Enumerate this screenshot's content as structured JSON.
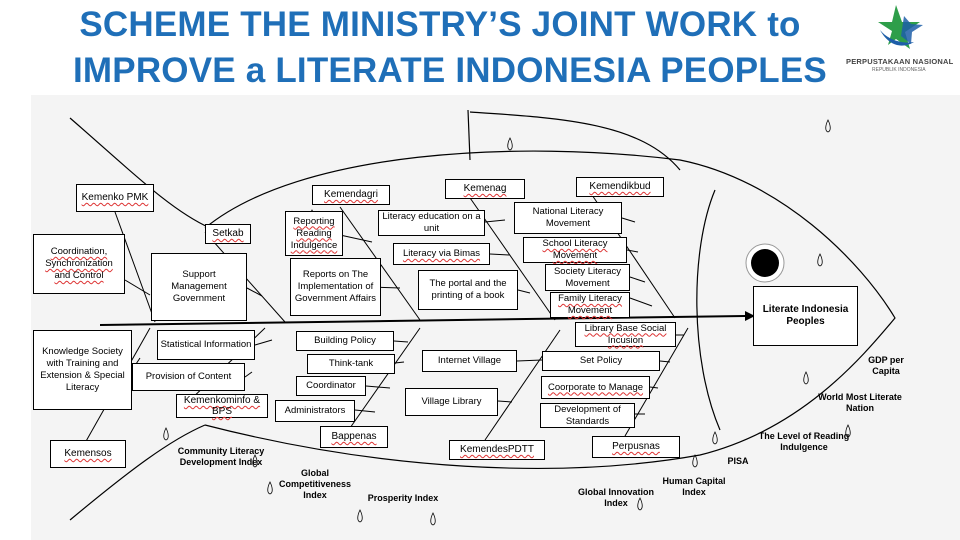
{
  "title": {
    "line1": "SCHEME THE MINISTRY’S JOINT WORK to",
    "line2": "IMPROVE a LITERATE INDONESIA PEOPLES"
  },
  "logo": {
    "name": "PERPUSTAKAAN NASIONAL",
    "sub": "REPUBLIK INDONESIA",
    "colors": {
      "green": "#2e9e4a",
      "blue": "#1d5ea8"
    }
  },
  "colors": {
    "title": "#1f6fb8",
    "line": "#000000"
  },
  "institutions": {
    "kemenko_pmk": "Kemenko PMK",
    "setkab": "Setkab",
    "kemendagri": "Kemendagri",
    "kemenag": "Kemenag",
    "kemendikbud": "Kemendikbud",
    "kemensos": "Kemensos",
    "kemenkominfo": "Kemenkominfo & BPS",
    "bappenas": "Bappenas",
    "kemendesptt": "KemendesPDTT",
    "perpusnas": "Perpusnas"
  },
  "activities": {
    "coordination": "Coordination, Synchronization and Control",
    "knowledge_society": "Knowledge Society with Training and Extension & Special Literacy",
    "support_management": "Support Management Government",
    "statistical_information": "Statistical Information",
    "provision_of_content": "Provision of Content",
    "reporting_reading": "Reporting Reading Indulgence",
    "reports_implementation": "Reports on The Implementation of Government Affairs",
    "building_policy": "Building Policy",
    "think_tank": "Think-tank",
    "coordinator": "Coordinator",
    "administrators": "Administrators",
    "literacy_education": "Literacy education on a unit",
    "literacy_bimas": "Literacy via Bimas",
    "portal_printing": "The portal and the printing of a book",
    "internet_village": "Internet Village",
    "village_library": "Village Library",
    "national_literacy": "National Literacy Movement",
    "school_literacy": "School Literacy Movement",
    "society_literacy": "Society Literacy Movement",
    "family_literacy": "Family Literacy Movement",
    "library_base": "Library Base Social Incusion",
    "set_policy": "Set Policy",
    "corporate_manage": "Coorporate to Manage",
    "development_standards": "Development of Standards"
  },
  "result": "Literate Indonesia Peoples",
  "indicators": {
    "gdp": "GDP per Capita",
    "world_literate": "World Most Literate Nation",
    "reading_indulgence": "The Level of Reading Indulgence",
    "pisa": "PISA",
    "human_capital": "Human Capital Index",
    "global_innovation": "Global Innovation Index",
    "prosperity": "Prosperity Index",
    "global_competitiveness": "Global Competitiveness Index",
    "community_literacy": "Community Literacy Development Index"
  }
}
